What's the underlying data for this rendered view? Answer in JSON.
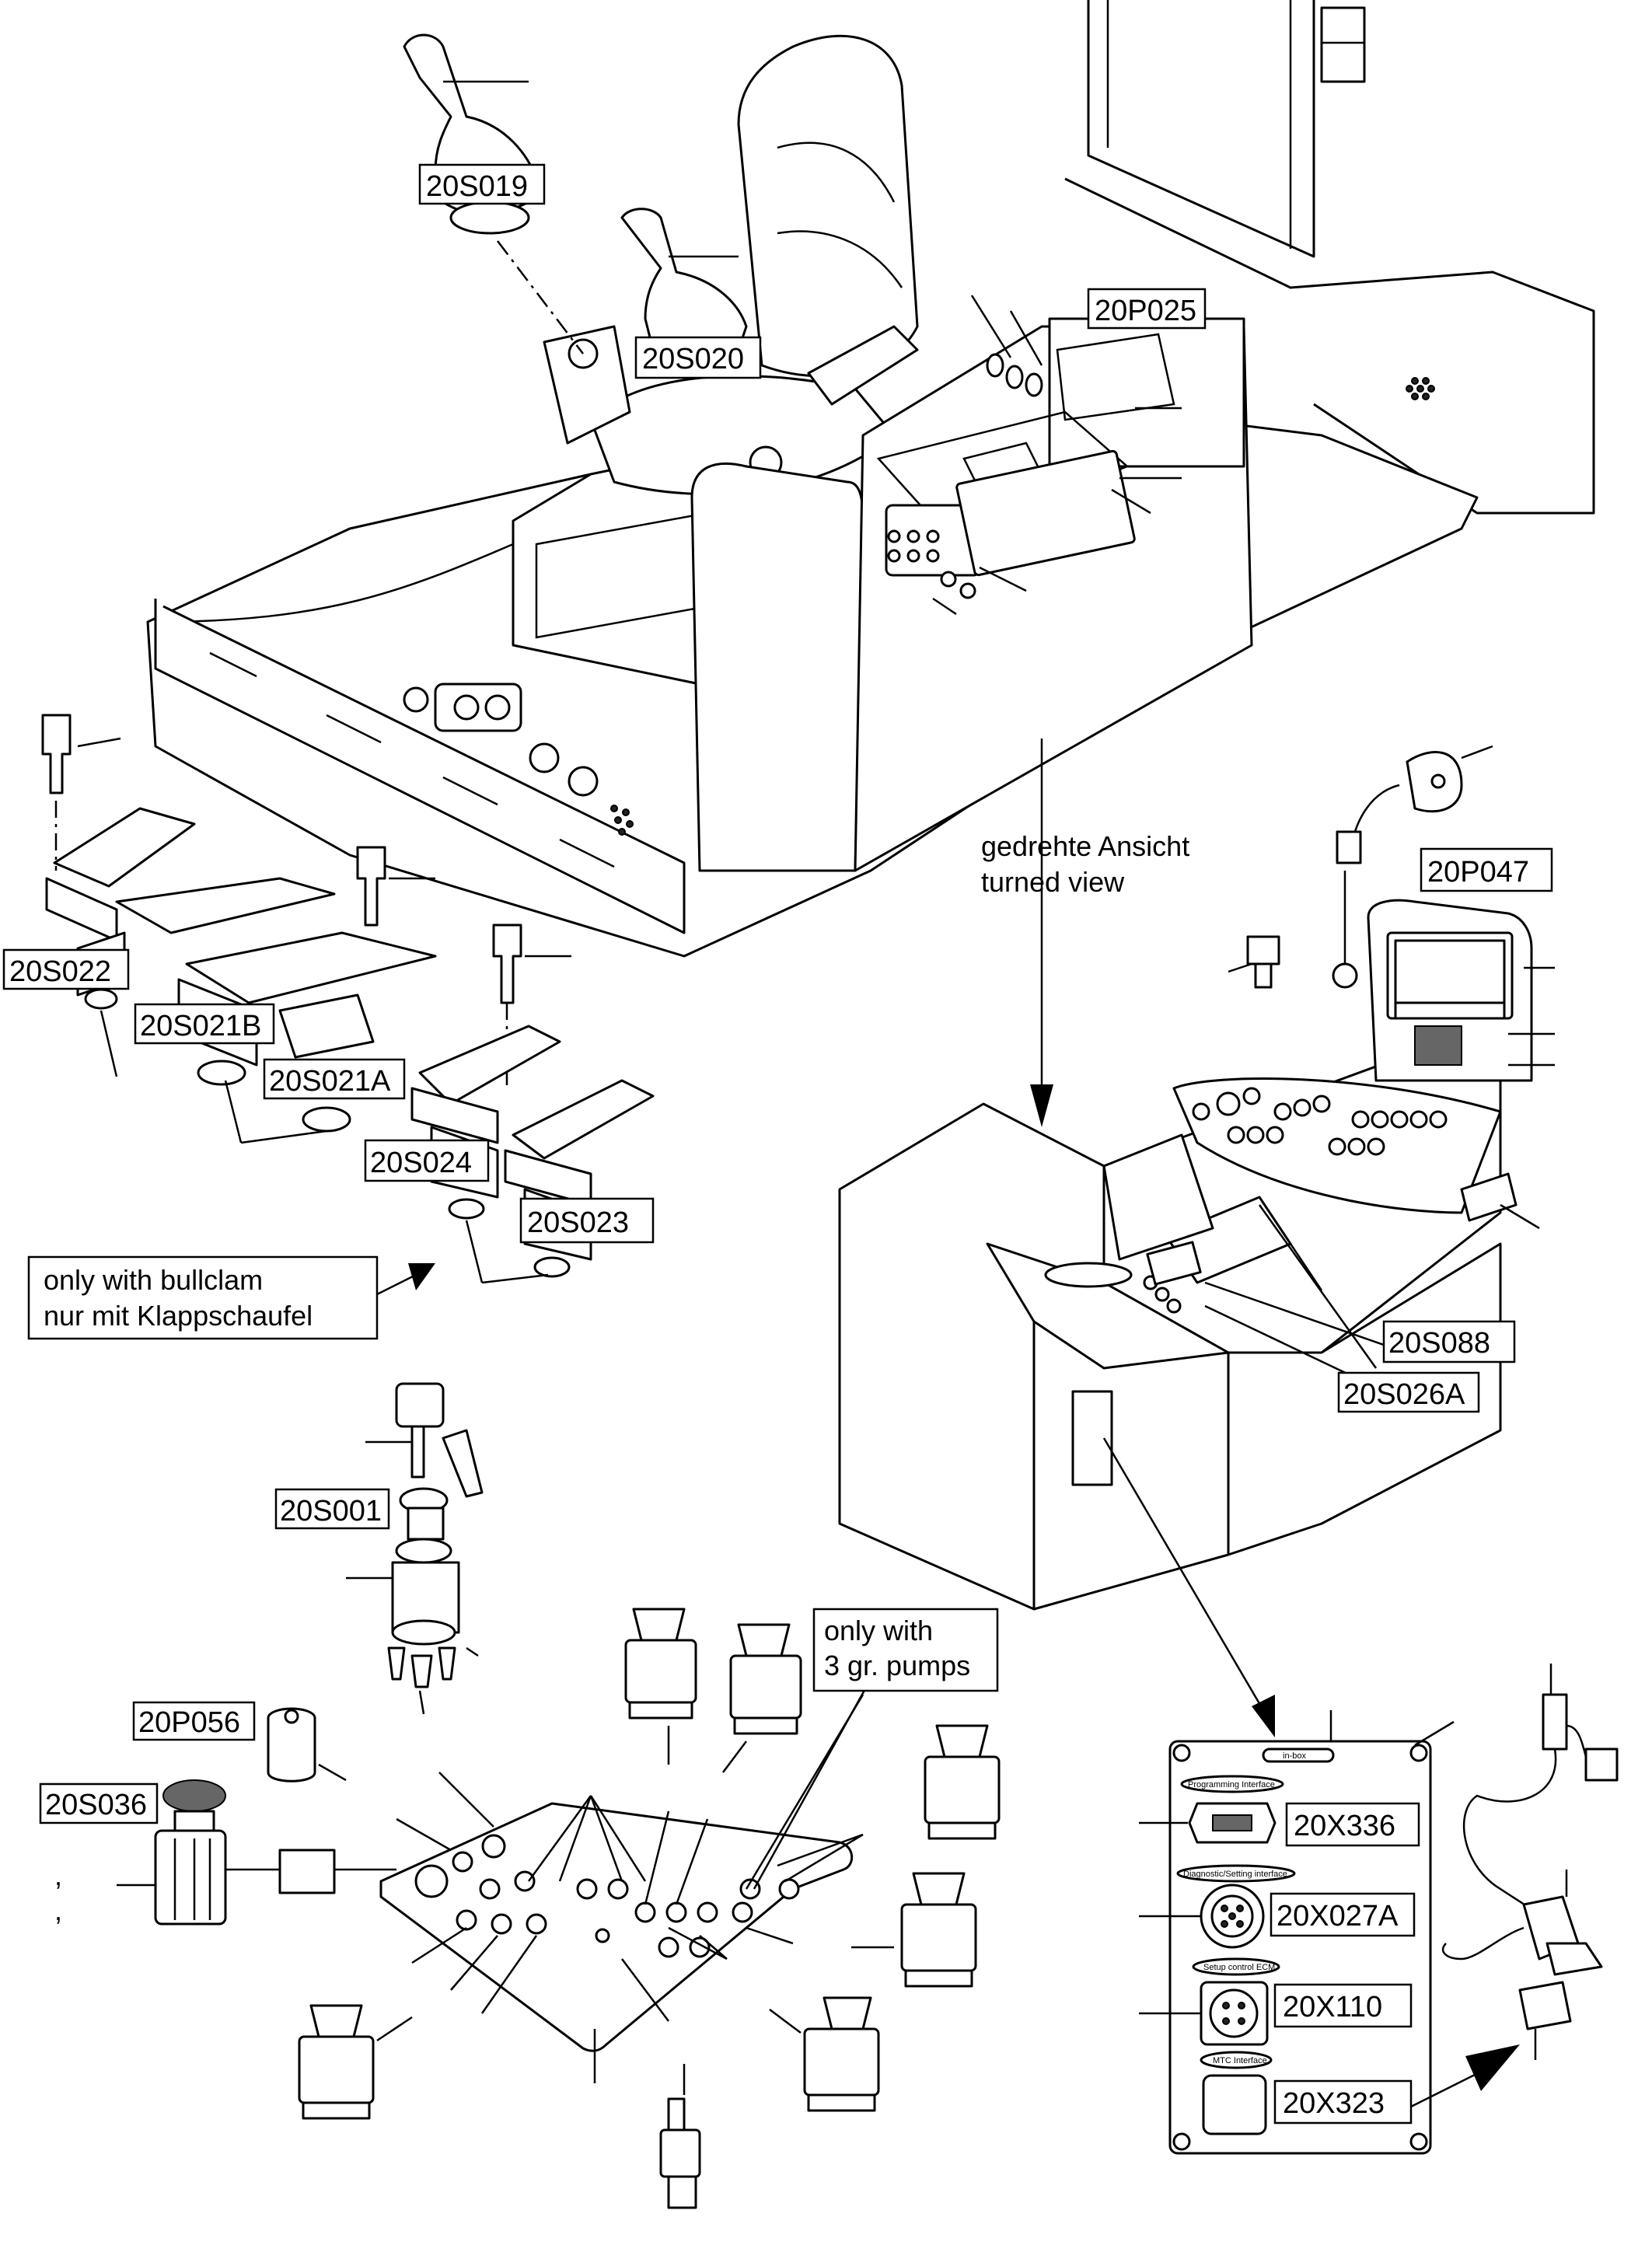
{
  "labels": {
    "s019": "20S019",
    "s020": "20S020",
    "p025": "20P025",
    "s022": "20S022",
    "s021b": "20S021B",
    "s021a": "20S021A",
    "s024": "20S024",
    "s023": "20S023",
    "p047": "20P047",
    "s088": "20S088",
    "s026a": "20S026A",
    "s001": "20S001",
    "p056": "20P056",
    "s036": "20S036",
    "x336": "20X336",
    "x027a": "20X027A",
    "x110": "20X110",
    "x323": "20X323"
  },
  "notes": {
    "rotated_view_de": "gedrehte Ansicht",
    "rotated_view_en": "turned view",
    "bullclam_en": "only with bullclam",
    "bullclam_de": "nur mit Klappschaufel",
    "pumps_1": "only with",
    "pumps_2": "3 gr. pumps"
  },
  "panel_tiny": {
    "top": "in-box",
    "programming": "Programming Interface",
    "diagnostic": "Diagnostic/Setting interface",
    "setup": "Setup control ECM",
    "mtc": "MTC Interface"
  },
  "marks": {
    "comma": ","
  }
}
